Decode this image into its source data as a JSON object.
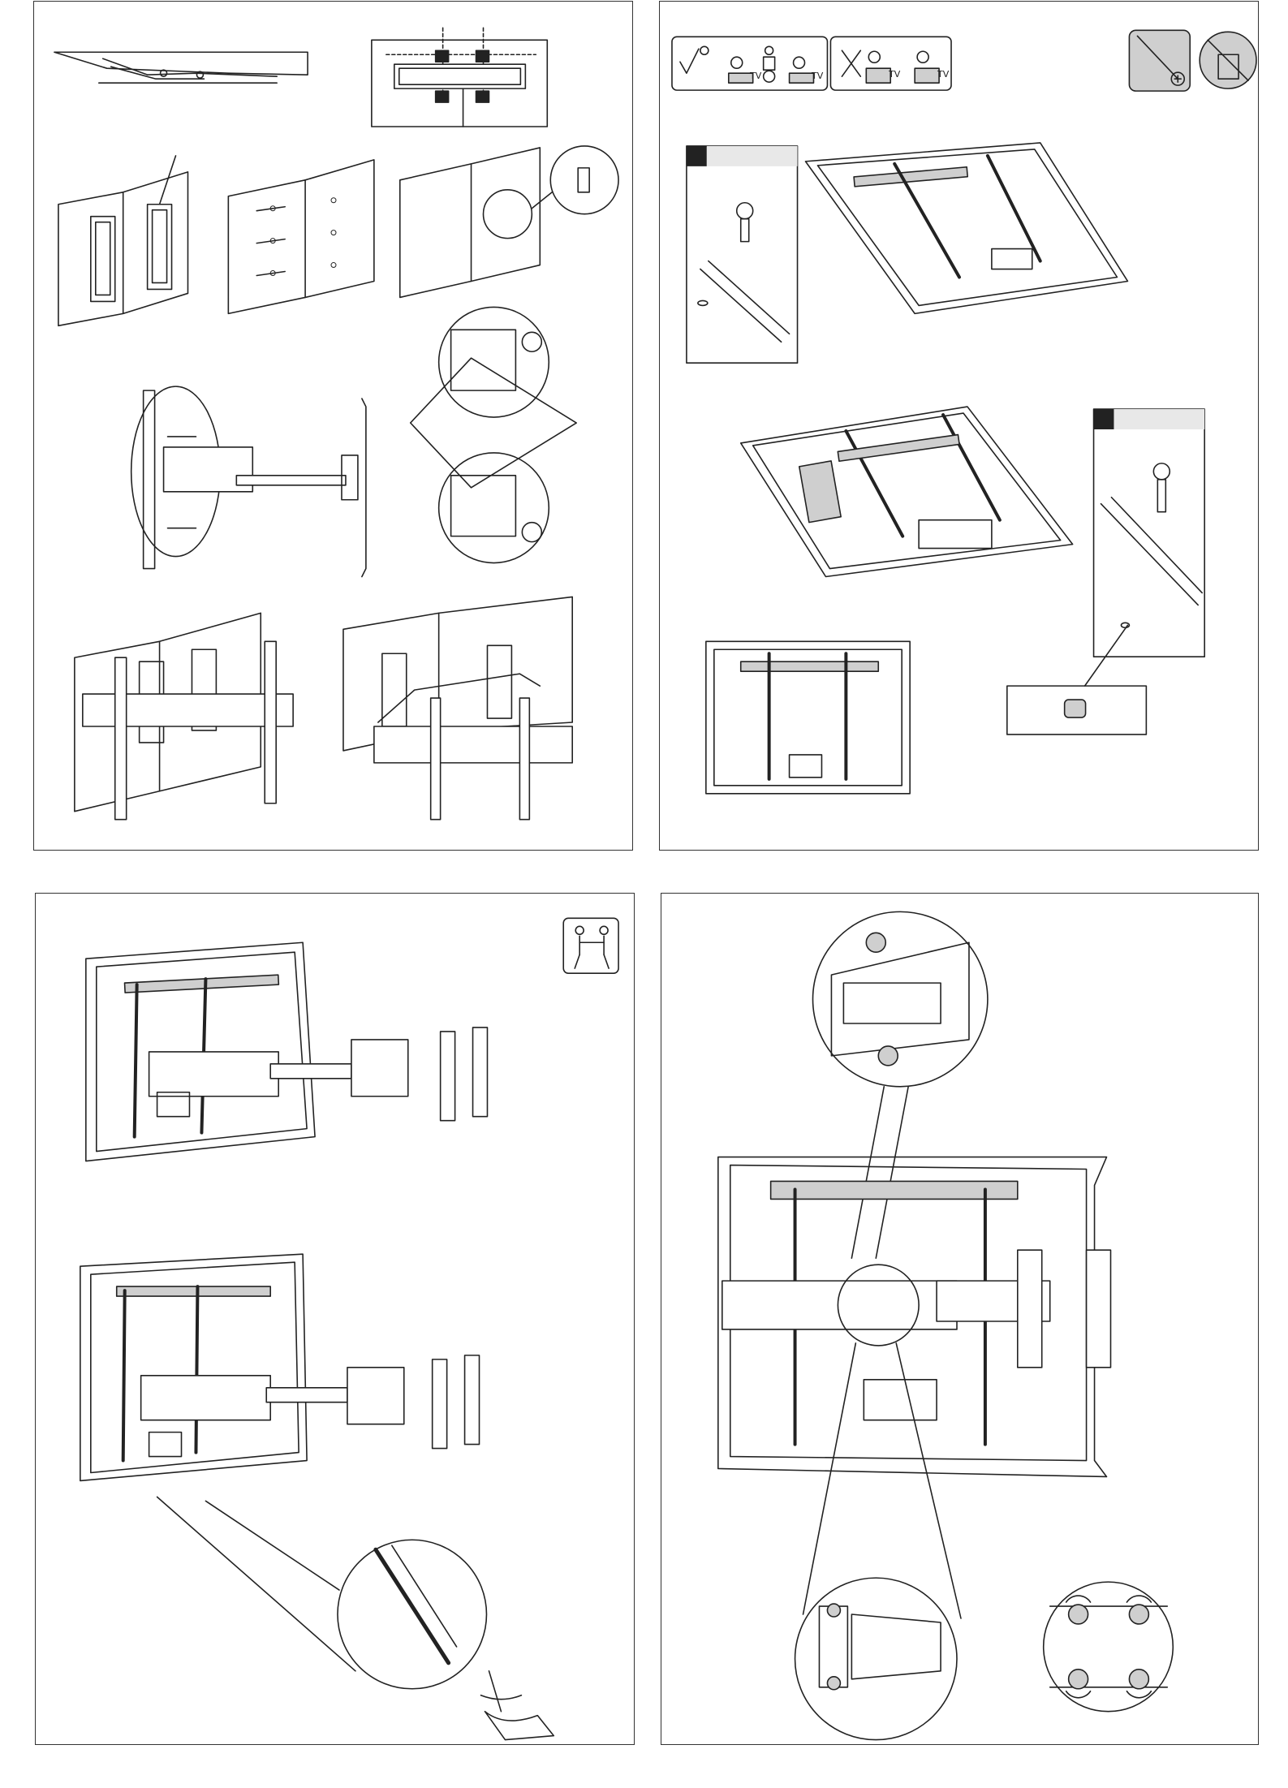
{
  "document": {
    "panels": [
      {
        "id": "p1",
        "name": "wall-plate-and-arm-assembly"
      },
      {
        "id": "p2",
        "name": "tv-bracket-screw-selection"
      },
      {
        "id": "p3",
        "name": "hang-tv-on-arm"
      },
      {
        "id": "p4",
        "name": "tighten-safety-screws"
      }
    ],
    "labels": {
      "tv_tag_1": "TV",
      "tv_tag_2": "TV",
      "tv_tag_3": "TV",
      "tv_tag_4": "TV"
    },
    "icons": {
      "correct_mark": "check-mark-icon",
      "wrong_mark": "cross-mark-icon",
      "screwdriver": "phillips-screwdriver-icon",
      "drill": "no-power-drill-icon",
      "two_person": "two-person-lift-icon"
    }
  }
}
